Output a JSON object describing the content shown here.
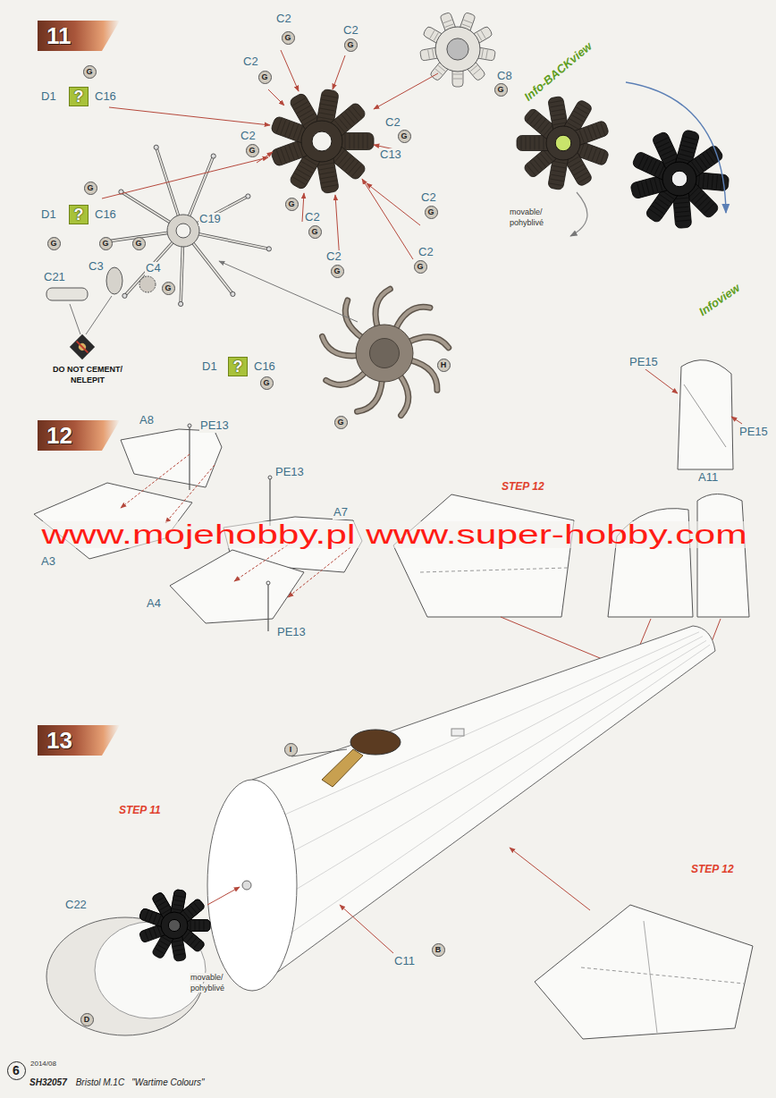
{
  "diagram": {
    "nodes": [
      {
        "text": [
          "11"
        ]
      },
      {
        "text": [
          "?"
        ]
      },
      {
        "text": [
          "?"
        ]
      },
      {
        "text": [
          "?"
        ]
      },
      {
        "text": [
          "G"
        ]
      },
      {
        "text": [
          "G"
        ]
      },
      {
        "text": [
          "G"
        ]
      },
      {
        "text": [
          "G"
        ]
      },
      {
        "text": [
          "G"
        ]
      },
      {
        "text": [
          "G"
        ]
      },
      {
        "text": [
          "G"
        ]
      },
      {
        "text": [
          "G"
        ]
      },
      {
        "text": [
          "G"
        ]
      },
      {
        "text": [
          "G"
        ]
      },
      {
        "text": [
          "G"
        ]
      },
      {
        "text": [
          "G"
        ]
      },
      {
        "text": [
          "G"
        ]
      },
      {
        "text": [
          "G"
        ]
      },
      {
        "text": [
          "G"
        ]
      },
      {
        "text": [
          "G"
        ]
      },
      {
        "text": [
          "G"
        ]
      },
      {
        "text": [
          "G"
        ]
      },
      {
        "text": [
          "G"
        ]
      },
      {
        "text": [
          "H"
        ]
      },
      {
        "text": [
          "12"
        ]
      },
      {
        "text": [
          "13"
        ]
      },
      {
        "text": [
          "I"
        ]
      },
      {
        "text": [
          "B"
        ]
      },
      {
        "text": [
          "D"
        ]
      },
      {
        "text": [
          "6"
        ]
      }
    ],
    "labels": [
      "C2",
      "C2",
      "C2",
      "C8",
      "C2",
      "C13",
      "C2",
      "D1",
      "C16",
      "D1",
      "C16",
      "C19",
      "C2",
      "C2",
      "C2",
      "C2",
      "C21",
      "C3",
      "C4",
      "DO NOT CEMENT/",
      "NELEPIT",
      "D1",
      "C16",
      "Info-BACKview",
      "movable/",
      "pohyblivé",
      "Infoview",
      "PE15",
      "PE15",
      "A8",
      "PE13",
      "PE13",
      "www.mojehobby.pl www.super-hobby.com",
      "A3",
      "A7",
      "A4",
      "PE13",
      "STEP 12",
      "A11",
      "STEP 11",
      "C22",
      "movable/",
      "pohyblivé",
      "C11",
      "STEP 12",
      "2014/08",
      "SH32057",
      "Bristol M.1C",
      "\"Wartime Colours\""
    ]
  }
}
